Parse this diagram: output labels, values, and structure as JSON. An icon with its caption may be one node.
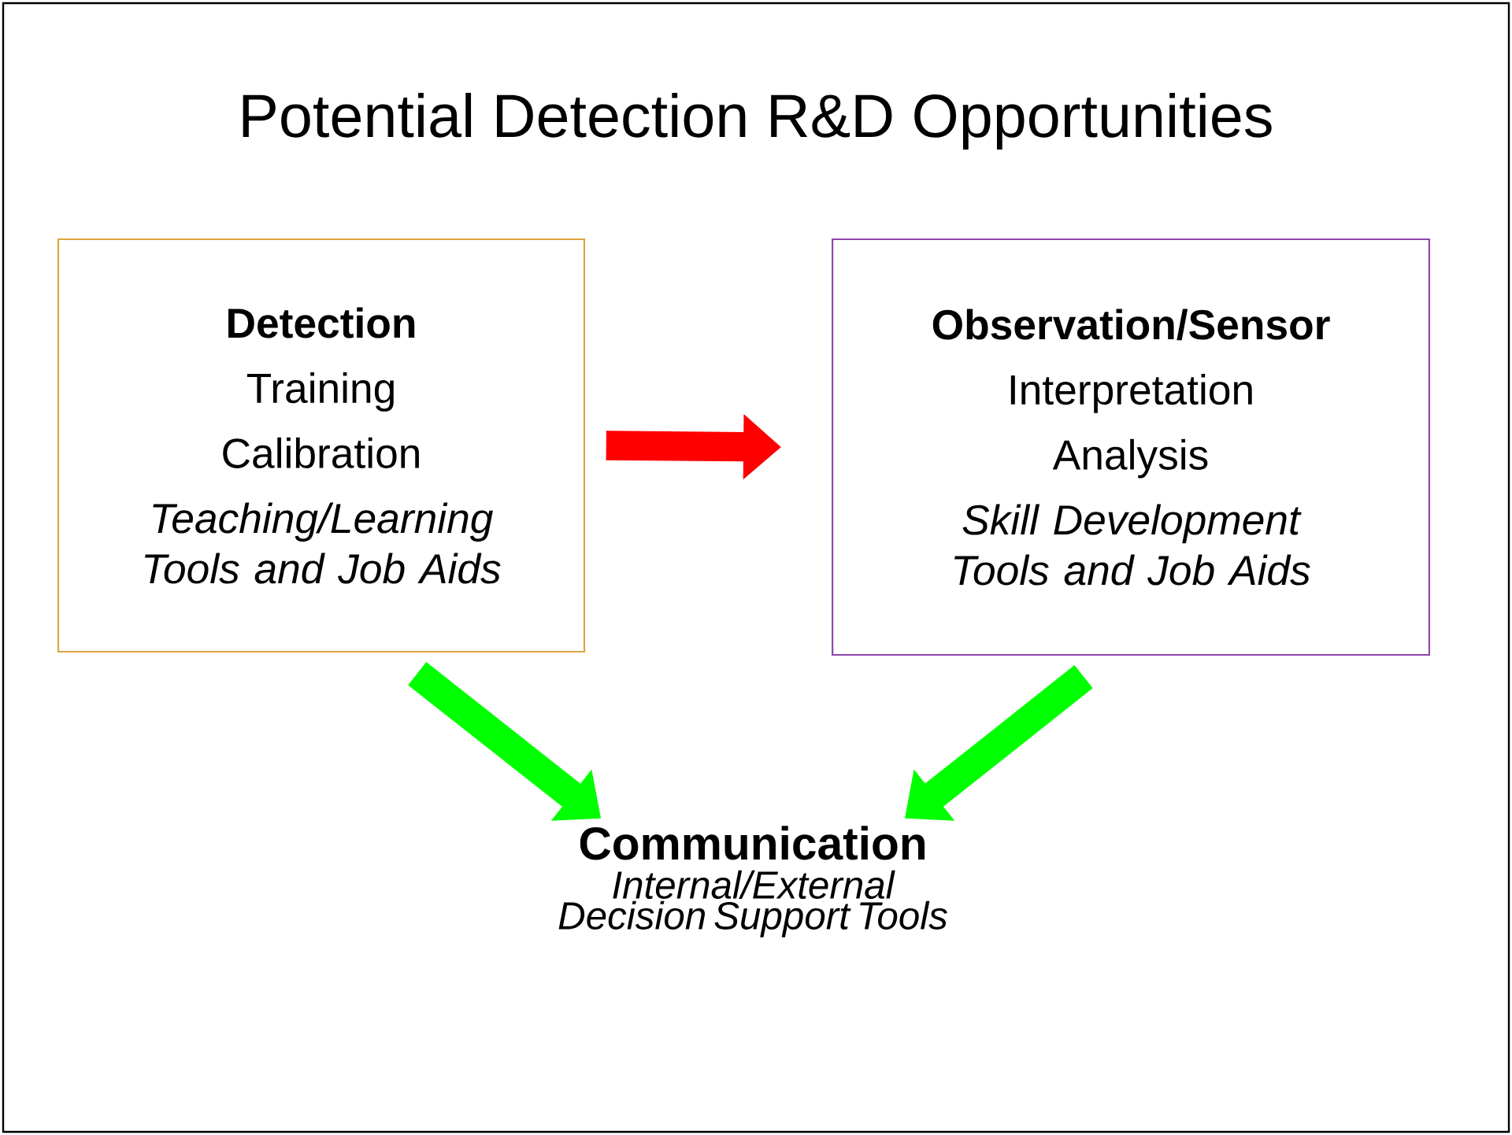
{
  "diagram": {
    "title": "Potential Detection R&D Opportunities",
    "nodes": [
      {
        "text": [
          "Detection",
          "Training",
          "Calibration",
          "Teaching/Learning Tools and Job Aids"
        ]
      },
      {
        "text": [
          "Observation/Sensor",
          "Interpretation",
          "Analysis",
          "Skill Development Tools and Job Aids"
        ]
      },
      {
        "text": [
          "Communication",
          "Internal/External Decision Support Tools"
        ]
      }
    ],
    "edges": [
      {
        "from": 0,
        "to": 1,
        "arrow": "to",
        "color": "#ff0000"
      },
      {
        "from": 0,
        "to": 2,
        "arrow": "to"
      },
      {
        "from": 1,
        "to": 2,
        "arrow": "to"
      }
    ]
  }
}
